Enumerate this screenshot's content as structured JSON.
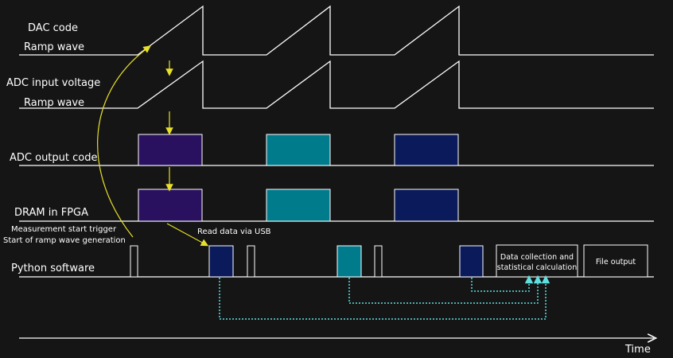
{
  "labels": {
    "dac_code": "DAC code",
    "ramp_wave_1": "Ramp wave",
    "adc_input_voltage": "ADC input voltage",
    "ramp_wave_2": "Ramp wave",
    "adc_output_code": "ADC output code",
    "dram_in_fpga": "DRAM in FPGA",
    "measurement_start_trigger": "Measurement start trigger",
    "start_of_ramp": "Start of ramp wave generation",
    "python_software": "Python software",
    "read_data_via_usb": "Read data via USB",
    "data_collection_line1": "Data collection and",
    "data_collection_line2": "statistical calculation",
    "file_output": "File output",
    "time": "Time"
  },
  "colors": {
    "background": "#151515",
    "line": "#ffffff",
    "arrow_yellow": "#e8e02a",
    "dotted_cyan": "#5fe0e0",
    "purple_block": "#2a1160",
    "teal_block": "#007b8c",
    "navy_block": "#0a1a5a"
  }
}
